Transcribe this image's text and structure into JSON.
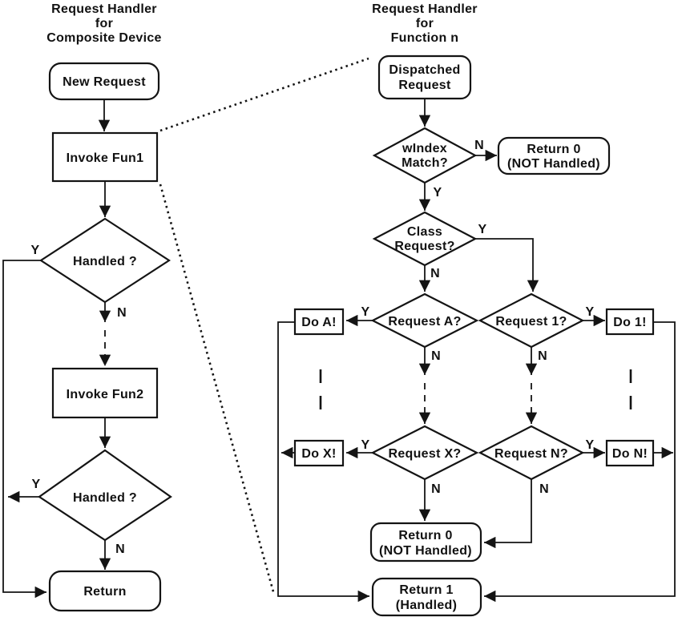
{
  "colors": {
    "stroke": "#141414",
    "background": "#ffffff",
    "text": "#111111"
  },
  "left": {
    "title_lines": [
      "Request Handler",
      "for",
      "Composite Device"
    ],
    "nodes": {
      "new_request": "New Request",
      "invoke_fun1": "Invoke Fun1",
      "handled_1": "Handled ?",
      "invoke_fun2": "Invoke Fun2",
      "handled_2": "Handled ?",
      "return": "Return"
    },
    "labels": {
      "handled1_y": "Y",
      "handled1_n": "N",
      "handled2_y": "Y",
      "handled2_n": "N"
    }
  },
  "right": {
    "title_lines": [
      "Request Handler",
      "for",
      "Function n"
    ],
    "nodes": {
      "dispatched_request_lines": [
        "Dispatched",
        "Request"
      ],
      "windex_match_lines": [
        "wIndex",
        "Match?"
      ],
      "return0_top_lines": [
        "Return 0",
        "(NOT Handled)"
      ],
      "class_request_lines": [
        "Class",
        "Request?"
      ],
      "request_a": "Request A?",
      "request_1": "Request 1?",
      "do_a": "Do A!",
      "do_1": "Do 1!",
      "request_x": "Request X?",
      "request_n": "Request N?",
      "do_x": "Do X!",
      "do_n": "Do N!",
      "return0_bottom_lines": [
        "Return 0",
        "(NOT Handled)"
      ],
      "return1_lines": [
        "Return 1",
        "(Handled)"
      ]
    },
    "labels": {
      "windex_n": "N",
      "windex_y": "Y",
      "class_y": "Y",
      "class_n": "N",
      "request_a_y": "Y",
      "request_a_n": "N",
      "request_1_y": "Y",
      "request_1_n": "N",
      "request_x_y": "Y",
      "request_x_n": "N",
      "request_n_y": "Y",
      "request_n_n": "N"
    }
  }
}
